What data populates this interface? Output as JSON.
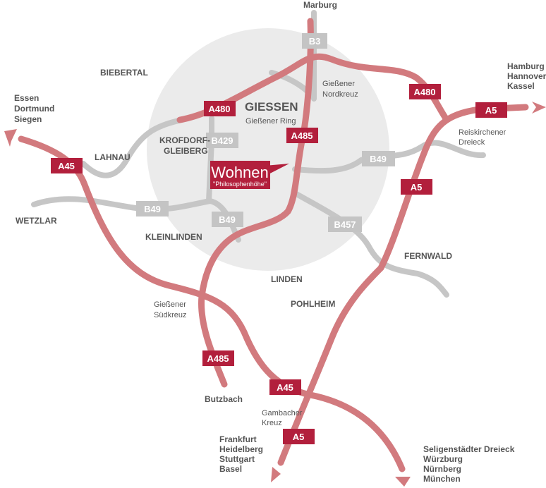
{
  "colors": {
    "motorway": "#d27a7e",
    "label_red": "#b21f3c",
    "federal_road": "#c6c6c6",
    "city_area": "#ebebeb",
    "text": "#555555"
  },
  "city": {
    "name": "GIESSEN",
    "ring": "Gießener Ring"
  },
  "marker": {
    "title": "Wohnen",
    "subtitle": "\"Philosophenhöhe\""
  },
  "road_labels": {
    "b3": "B3",
    "a480_west": "A480",
    "a480_east": "A480",
    "a485_north": "A485",
    "a485_south": "A485",
    "b429": "B429",
    "b49_west": "B49",
    "b49_center": "B49",
    "b49_east": "B49",
    "b457": "B457",
    "a45_north": "A45",
    "a45_south": "A45",
    "a5_east": "A5",
    "a5_center": "A5",
    "a5_south": "A5"
  },
  "places": {
    "marburg": "Marburg",
    "biebertal": "BIEBERTAL",
    "lahnau": "LAHNAU",
    "krofdorf1": "KROFDORF-",
    "krofdorf2": "GLEIBERG",
    "wetzlar": "WETZLAR",
    "kleinlinden": "KLEINLINDEN",
    "linden": "LINDEN",
    "pohlheim": "POHLHEIM",
    "fernwald": "FERNWALD",
    "butzbach": "Butzbach"
  },
  "junctions": {
    "nordkreuz": [
      "Gießener",
      "Nordkreuz"
    ],
    "suedkreuz": [
      "Gießener",
      "Südkreuz"
    ],
    "reiskirchen": [
      "Reiskirchener",
      "Dreieck"
    ],
    "gambach": [
      "Gambacher",
      "Kreuz"
    ]
  },
  "destinations": {
    "northwest": [
      "Essen",
      "Dortmund",
      "Siegen"
    ],
    "northeast": [
      "Hamburg",
      "Hannover",
      "Kassel"
    ],
    "south": [
      "Frankfurt",
      "Heidelberg",
      "Stuttgart",
      "Basel"
    ],
    "southeast": [
      "Seligenstädter Dreieck",
      "Würzburg",
      "Nürnberg",
      "München"
    ]
  }
}
